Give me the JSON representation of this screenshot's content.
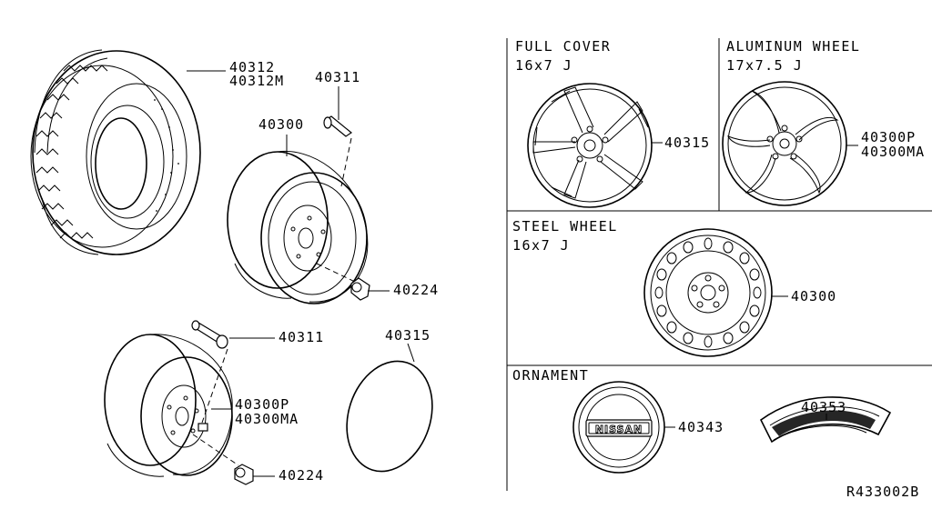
{
  "labels": {
    "tire_part": "40312",
    "tire_part_alt": "40312M",
    "valve_top": "40311",
    "steel_wheel_left": "40300",
    "nut_top": "40224",
    "valve_bottom": "40311",
    "alloy_wheel_left": "40300P",
    "alloy_wheel_left_alt": "40300MA",
    "nut_bottom": "40224",
    "cover_left": "40315",
    "full_cover_part": "40315",
    "aluminum_wheel_part": "40300P",
    "aluminum_wheel_part_alt": "40300MA",
    "steel_wheel_part": "40300",
    "ornament_part": "40343",
    "emblem_part": "40353",
    "diagram_id": "R433002B"
  },
  "panels": {
    "full_cover_title": "FULL COVER",
    "full_cover_size": "16x7 J",
    "aluminum_title": "ALUMINUM WHEEL",
    "aluminum_size": "17x7.5 J",
    "steel_title": "STEEL WHEEL",
    "steel_size": "16x7 J",
    "ornament_title": "ORNAMENT"
  },
  "ornament_logo": "NISSAN"
}
